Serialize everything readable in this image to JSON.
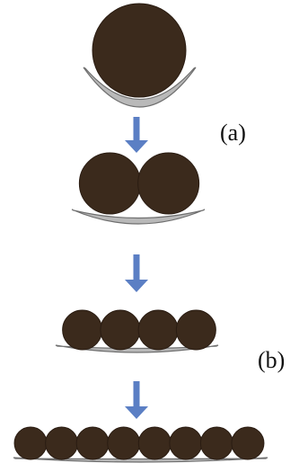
{
  "labels": {
    "a": "(a)",
    "b": "(b)"
  },
  "stages": [
    {
      "sphere_count": 1
    },
    {
      "sphere_count": 2
    },
    {
      "sphere_count": 4
    },
    {
      "sphere_count": 8
    }
  ],
  "colors": {
    "sphere": "#3b2a1c",
    "sphere_edge": "#2a1c12",
    "tray_fill": "#b9b9b9",
    "tray_edge": "#6f6f6f",
    "arrow": "#5b7fc4",
    "label": "#111111"
  },
  "icons": {
    "arrow": "down-arrow-icon",
    "tray": "curved-tray-icon",
    "sphere": "sphere-icon"
  }
}
